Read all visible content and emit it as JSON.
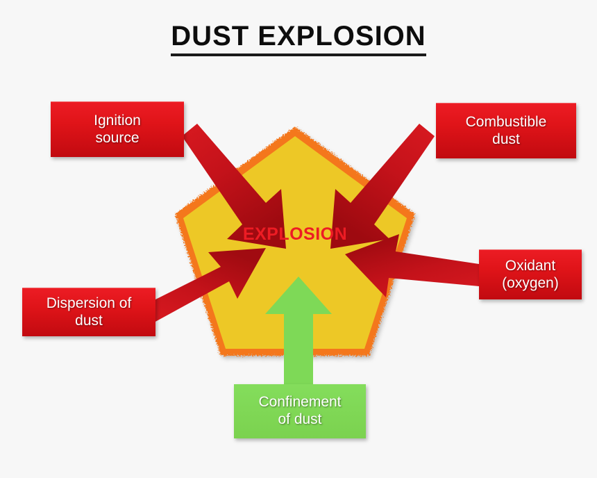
{
  "title": "DUST EXPLOSION",
  "center": {
    "label": "EXPLOSION",
    "shape": "pentagon",
    "fill_color": "#edc828",
    "border_color": "#f4771a",
    "text_color": "#ed1c24"
  },
  "factors": [
    {
      "id": "ignition-source",
      "label": "Ignition\nsource",
      "line1": "Ignition",
      "line2": "source",
      "color": "#e01419",
      "arrow_color": "#c8131a",
      "position": "top-left",
      "arrow_direction": "down-right"
    },
    {
      "id": "combustible-dust",
      "label": "Combustible\ndust",
      "line1": "Combustible",
      "line2": "dust",
      "color": "#e01419",
      "arrow_color": "#c8131a",
      "position": "top-right",
      "arrow_direction": "down-left"
    },
    {
      "id": "dispersion-of-dust",
      "label": "Dispersion of\ndust",
      "line1": "Dispersion of",
      "line2": "dust",
      "color": "#e01419",
      "arrow_color": "#c8131a",
      "position": "bottom-left",
      "arrow_direction": "up-right"
    },
    {
      "id": "oxidant-oxygen",
      "label": "Oxidant\n(oxygen)",
      "line1": "Oxidant",
      "line2": "(oxygen)",
      "color": "#e01419",
      "arrow_color": "#c8131a",
      "position": "right",
      "arrow_direction": "up-left"
    },
    {
      "id": "confinement-of-dust",
      "label": "Confinement\nof dust",
      "line1": "Confinement",
      "line2": "of dust",
      "color": "#7ed957",
      "arrow_color": "#7ed957",
      "position": "bottom",
      "arrow_direction": "up"
    }
  ],
  "colors": {
    "background": "#f7f7f7",
    "title": "#0d0d0d",
    "red_light": "#ec1c24",
    "red_dark": "#c10a10",
    "green": "#7ed957",
    "yellow": "#edc828",
    "orange": "#f4771a",
    "explosion_text": "#ed1c24"
  }
}
